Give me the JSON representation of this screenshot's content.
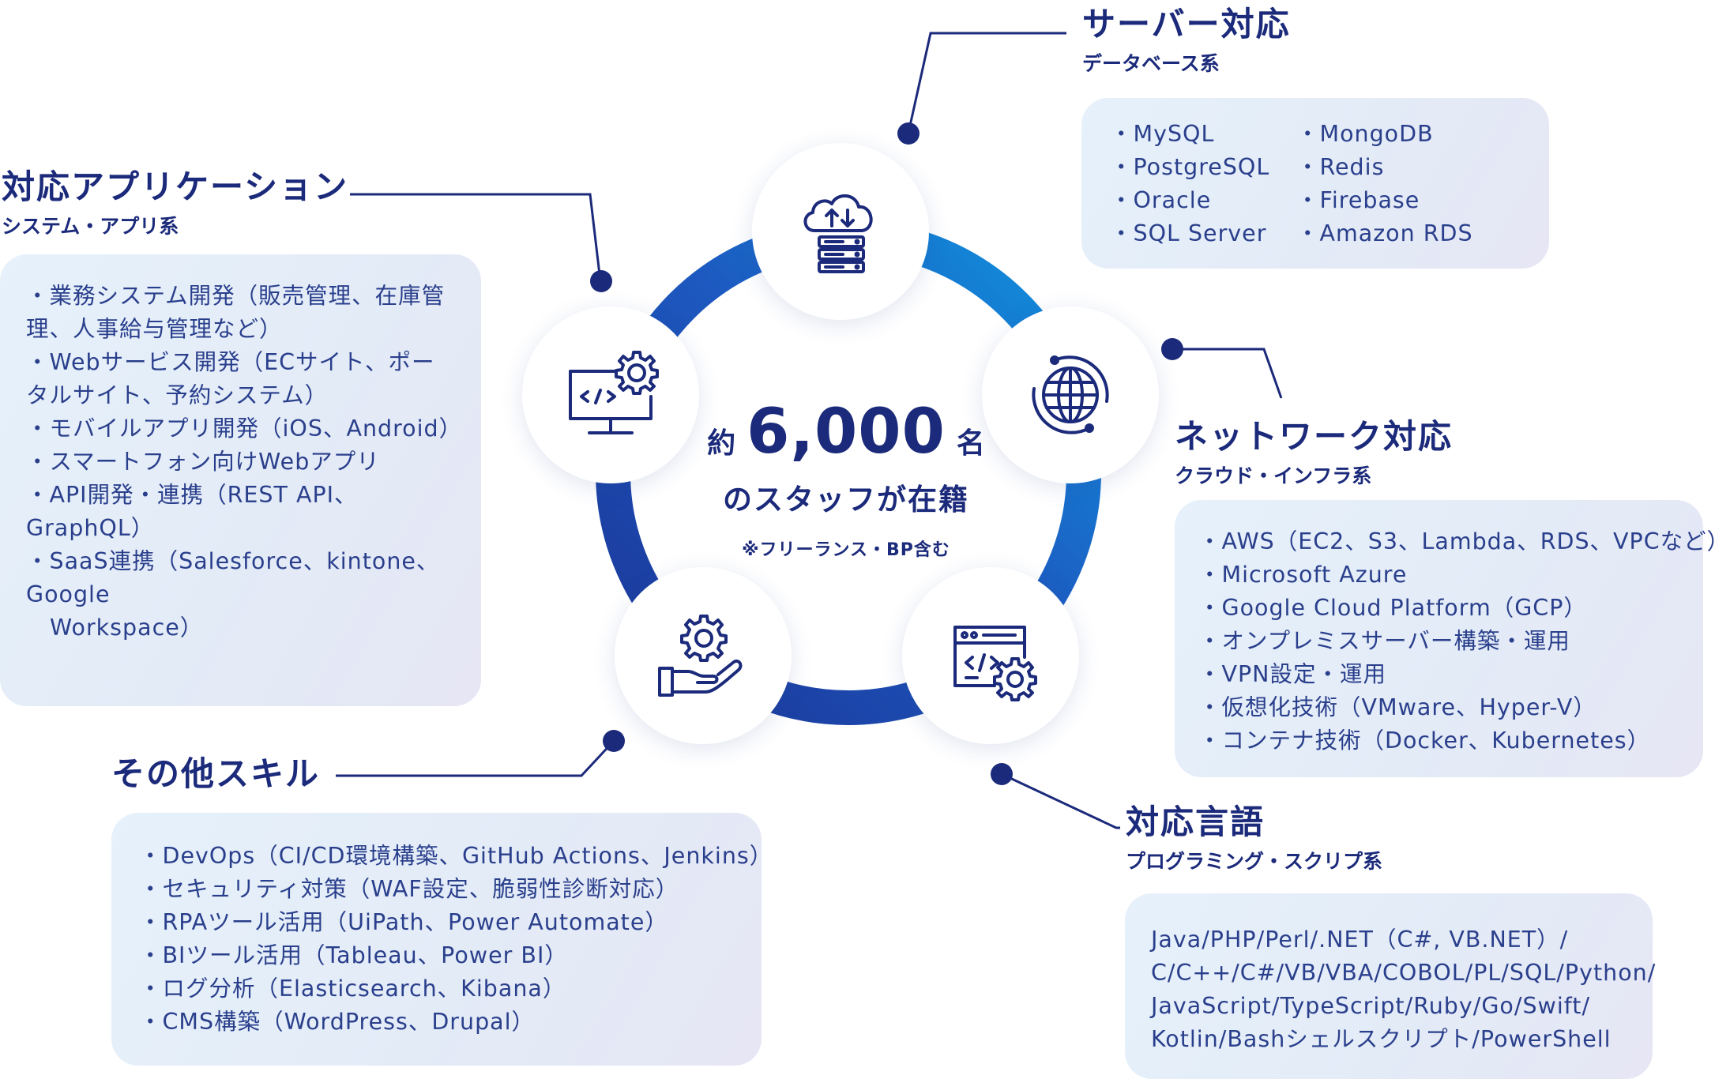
{
  "center": {
    "prefix": "約",
    "number": "6,000",
    "suffix": "名",
    "line2": "のスタッフが在籍",
    "note": "※フリーランス・BP含む"
  },
  "sections": {
    "server": {
      "title": "サーバー対応",
      "subtitle": "データベース系",
      "col1": [
        "・MySQL",
        "・PostgreSQL",
        "・Oracle",
        "・SQL Server"
      ],
      "col2": [
        "・MongoDB",
        "・Redis",
        "・Firebase",
        "・Amazon RDS"
      ]
    },
    "apps": {
      "title": "対応アプリケーション",
      "subtitle": "システム・アプリ系",
      "items": [
        "・業務システム開発（販売管理、在庫管理、人事給与管理など）",
        "・Webサービス開発（ECサイト、ポータルサイト、予約システム）",
        "・モバイルアプリ開発（iOS、Android）",
        "・スマートフォン向けWebアプリ",
        "・API開発・連携（REST API、GraphQL）",
        "・SaaS連携（Salesforce、kintone、Google",
        "Workspace）"
      ]
    },
    "network": {
      "title": "ネットワーク対応",
      "subtitle": "クラウド・インフラ系",
      "items": [
        "・AWS（EC2、S3、Lambda、RDS、VPCなど）",
        "・Microsoft Azure",
        "・Google Cloud Platform（GCP）",
        "・オンプレミスサーバー構築・運用",
        "・VPN設定・運用",
        "・仮想化技術（VMware、Hyper-V）",
        "・コンテナ技術（Docker、Kubernetes）"
      ]
    },
    "other": {
      "title": "その他スキル",
      "items": [
        "・DevOps（CI/CD環境構築、GitHub Actions、Jenkins）",
        "・セキュリティ対策（WAF設定、脆弱性診断対応）",
        "・RPAツール活用（UiPath、Power Automate）",
        "・BIツール活用（Tableau、Power BI）",
        "・ログ分析（Elasticsearch、Kibana）",
        "・CMS構築（WordPress、Drupal）"
      ]
    },
    "lang": {
      "title": "対応言語",
      "subtitle": "プログラミング・スクリプ系",
      "lines": [
        "Java/PHP/Perl/.NET（C#, VB.NET）/",
        "C/C++/C#/VB/VBA/COBOL/PL/SQL/Python/",
        "JavaScript/TypeScript/Ruby/Go/Swift/",
        "Kotlin/Bashシェルスクリプト/PowerShell"
      ]
    }
  },
  "icons": {
    "server": "cloud-server-icon",
    "apps": "monitor-code-gear-icon",
    "network": "globe-network-icon",
    "lang": "browser-code-gear-icon",
    "other": "hand-gear-icon"
  },
  "colors": {
    "navy": "#1b2a7a",
    "ring_dark": "#1e3fa6",
    "ring_light": "#1490dd",
    "box_bg": "#e5eefa"
  }
}
